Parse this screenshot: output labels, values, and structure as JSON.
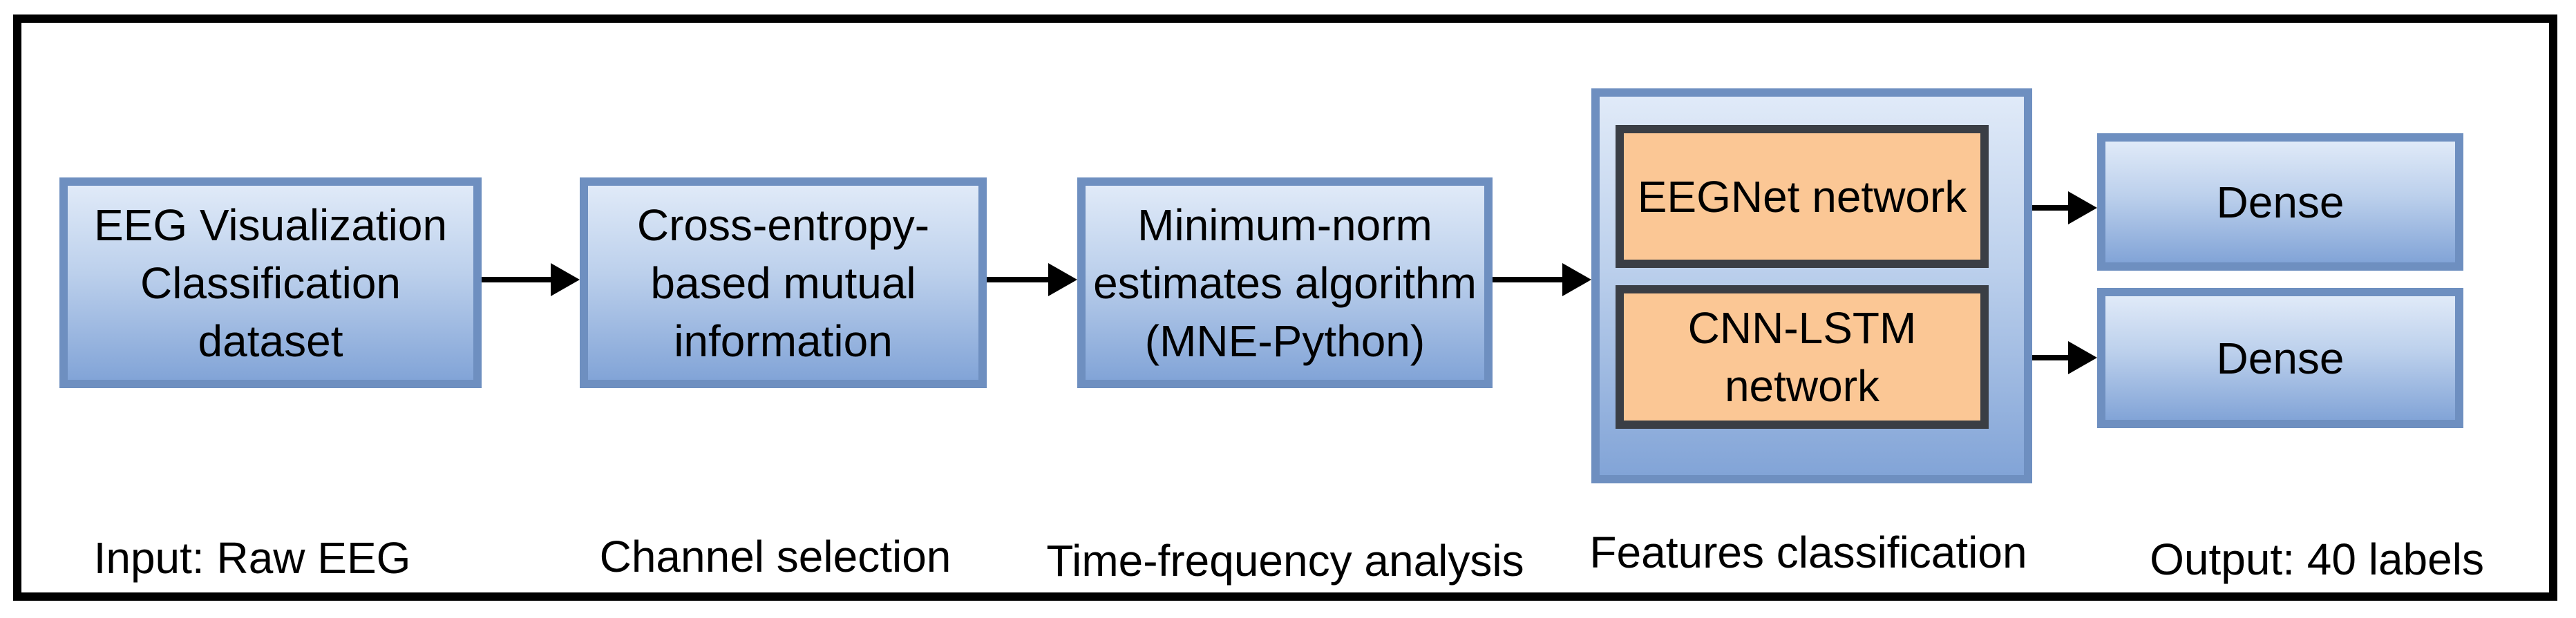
{
  "figure": {
    "type": "flow-diagram",
    "nodes": {
      "dataset": {
        "lines": [
          "EEG Visualization",
          "Classification",
          "dataset"
        ]
      },
      "mutual_info": {
        "lines": [
          "Cross-entropy-",
          "based mutual",
          "information"
        ]
      },
      "mne": {
        "lines": [
          "Minimum-norm",
          "estimates algorithm",
          "(MNE-Python)"
        ]
      },
      "eegnet": {
        "lines": [
          "EEGNet network"
        ]
      },
      "cnn_lstm": {
        "lines": [
          "CNN-LSTM",
          "network"
        ]
      },
      "dense_top": {
        "label": "Dense"
      },
      "dense_bottom": {
        "label": "Dense"
      }
    },
    "stage_labels": {
      "input": "Input: Raw EEG",
      "channel": "Channel selection",
      "time_freq": "Time-frequency analysis",
      "features": "Features classification",
      "output": "Output: 40 labels"
    },
    "connections": [
      {
        "from": "dataset",
        "to": "mutual_info"
      },
      {
        "from": "mutual_info",
        "to": "mne"
      },
      {
        "from": "mne",
        "to": "classifier-group"
      },
      {
        "from": "eegnet",
        "to": "dense_top"
      },
      {
        "from": "cnn_lstm",
        "to": "dense_bottom"
      }
    ],
    "colors": {
      "background": "#ffffff",
      "frame": "#000000",
      "box_border": "#6e8fc0",
      "box_fill_top": "#e0eaf8",
      "box_fill_bottom": "#82a4d7",
      "inner_box_fill": "#fbc795",
      "inner_box_border": "#3a3e45",
      "arrow": "#000000",
      "text": "#000000"
    }
  }
}
